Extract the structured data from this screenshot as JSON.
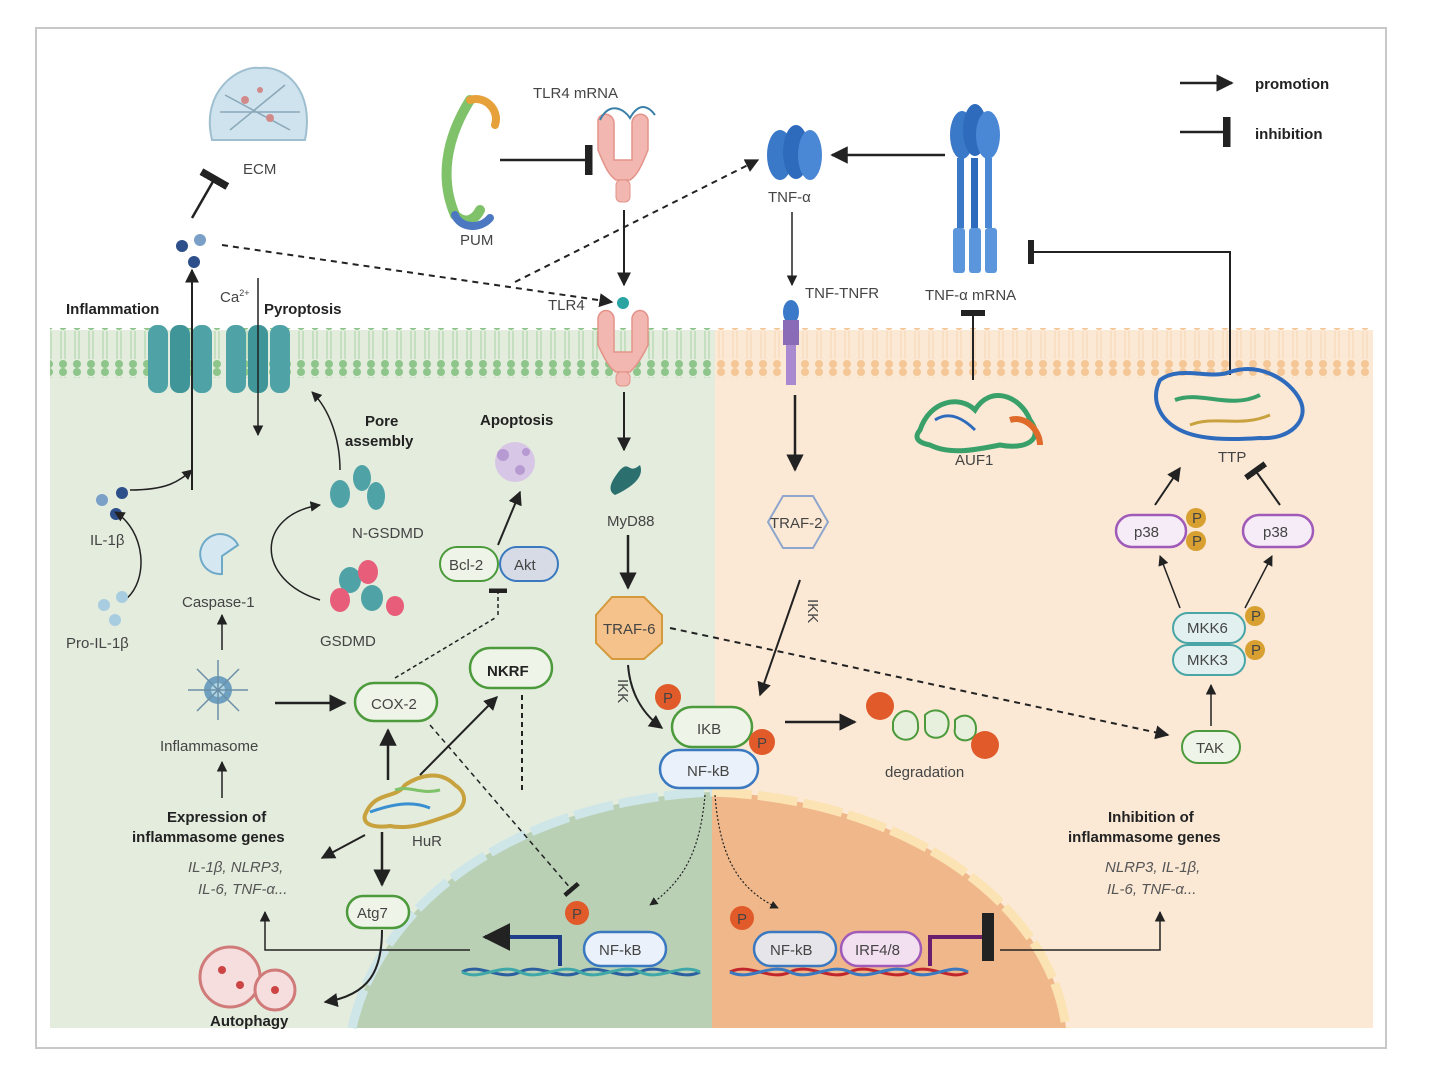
{
  "legend": {
    "promotion": "promotion",
    "inhibition": "inhibition"
  },
  "labels": {
    "ecm": "ECM",
    "tlr4_mrna": "TLR4 mRNA",
    "pum": "PUM",
    "tnf_alpha": "TNF-α",
    "tnf_alpha_mrna": "TNF-α mRNA",
    "tlr4": "TLR4",
    "tnf_tnfr": "TNF-TNFR",
    "inflammation": "Inflammation",
    "ca": "Ca",
    "ca_sup": "2+",
    "pyroptosis": "Pyroptosis",
    "pore_assembly_1": "Pore",
    "pore_assembly_2": "assembly",
    "apoptosis": "Apoptosis",
    "il1b": "IL-1β",
    "pro_il1b": "Pro-IL-1β",
    "caspase1": "Caspase-1",
    "n_gsdmd": "N-GSDMD",
    "gsdmd": "GSDMD",
    "bcl2": "Bcl-2",
    "akt": "Akt",
    "myd88": "MyD88",
    "traf2": "TRAF-2",
    "traf6": "TRAF-6",
    "ikk": "IKK",
    "nkrf": "NKRF",
    "cox2": "COX-2",
    "inflammasome": "Inflammasome",
    "ikb": "IKB",
    "nfkb": "NF-kB",
    "degradation": "degradation",
    "p": "P",
    "auf1": "AUF1",
    "ttp": "TTP",
    "p38": "p38",
    "mkk6": "MKK6",
    "mkk3": "MKK3",
    "tak": "TAK",
    "expr_1": "Expression of",
    "expr_2": "inflammasome genes",
    "expr_genes_1": "IL-1β, NLRP3,",
    "expr_genes_2": "IL-6, TNF-α...",
    "inhib_1": "Inhibition of",
    "inhib_2": "inflammasome genes",
    "inhib_genes_1": "NLRP3, IL-1β,",
    "inhib_genes_2": "IL-6, TNF-α...",
    "hur": "HuR",
    "atg7": "Atg7",
    "autophagy": "Autophagy",
    "irf": "IRF4/8"
  },
  "colors": {
    "left_bg": "#e3ecdd",
    "right_bg": "#fbe9d6",
    "nucleus_left": "#b9d0b5",
    "nucleus_right": "#f0b88a",
    "green_outline": "#4c9a3c",
    "blue_outline": "#3a78c0",
    "phospho": "#e05a2a",
    "purple_outline": "#a05ab8"
  }
}
